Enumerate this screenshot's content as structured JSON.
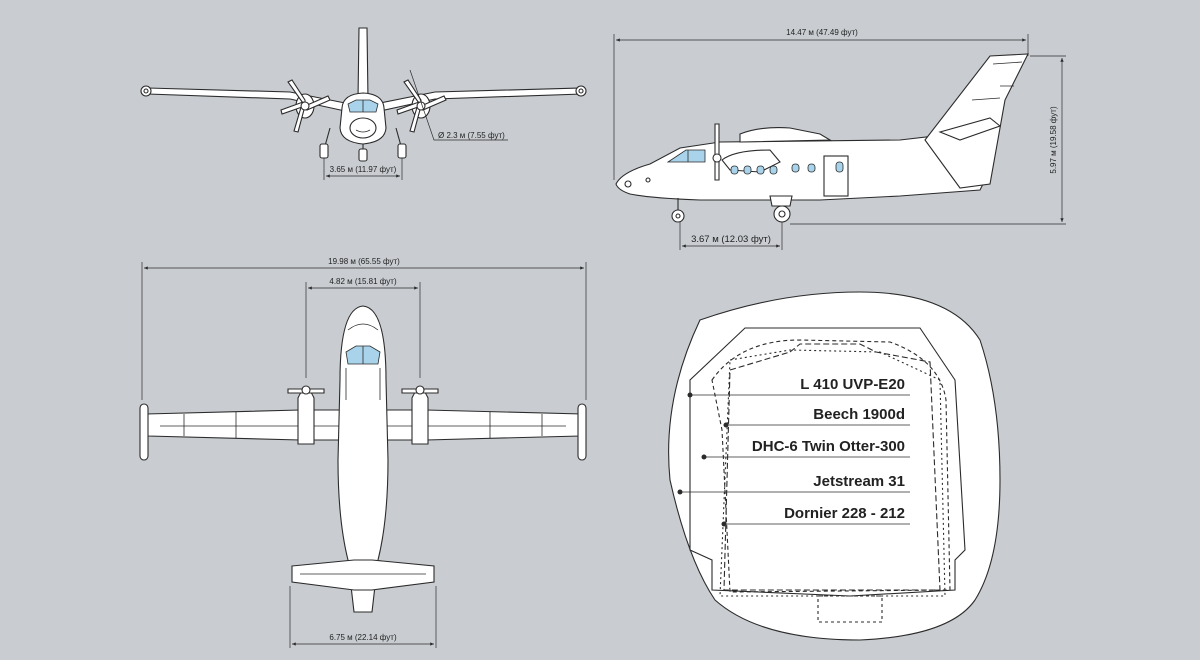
{
  "dimensions": {
    "front_track": "3.65 м (11.97 фут)",
    "prop_diameter": "Ø 2.3 м (7.55 фут)",
    "side_length": "14.47 м (47.49 фут)",
    "side_height": "5.97 м (19.58 фут)",
    "side_wheelbase": "3.67 м (12.03 фут)",
    "top_wingspan": "19.98 м (65.55 фут)",
    "top_prop_span": "4.82 м (15.81 фут)",
    "top_tail_span": "6.75 м (22.14 фут)"
  },
  "cross_section_legend": [
    {
      "label": "L 410 UVP-E20"
    },
    {
      "label": "Beech 1900d"
    },
    {
      "label": "DHC-6 Twin Otter-300"
    },
    {
      "label": "Jetstream 31"
    },
    {
      "label": "Dornier 228 - 212"
    }
  ],
  "colors": {
    "background": "#c9cdd1",
    "line": "#2b2b2b",
    "fill": "#ffffff",
    "glass": "#a9d3ea"
  }
}
